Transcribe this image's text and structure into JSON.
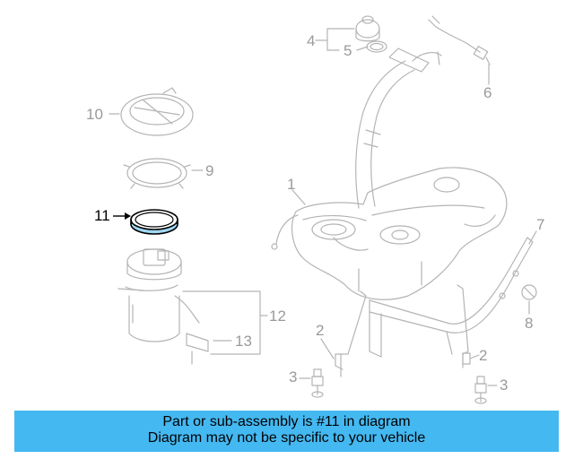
{
  "callouts": [
    {
      "id": "1",
      "label": "1"
    },
    {
      "id": "2a",
      "label": "2"
    },
    {
      "id": "2b",
      "label": "2"
    },
    {
      "id": "3a",
      "label": "3"
    },
    {
      "id": "3b",
      "label": "3"
    },
    {
      "id": "4",
      "label": "4"
    },
    {
      "id": "5",
      "label": "5"
    },
    {
      "id": "6",
      "label": "6"
    },
    {
      "id": "7",
      "label": "7"
    },
    {
      "id": "8",
      "label": "8"
    },
    {
      "id": "9",
      "label": "9"
    },
    {
      "id": "10",
      "label": "10"
    },
    {
      "id": "11",
      "label": "11"
    },
    {
      "id": "12",
      "label": "12"
    },
    {
      "id": "13",
      "label": "13"
    }
  ],
  "banner": {
    "line1": "Part or sub-assembly is #11 in diagram",
    "line2": "Diagram may not be specific to your vehicle"
  },
  "colors": {
    "banner_bg": "#44b8f1",
    "highlight_ring": "#9fd6f0",
    "line_art": "#b4b4b4",
    "callout_text": "#9a9a9a"
  }
}
